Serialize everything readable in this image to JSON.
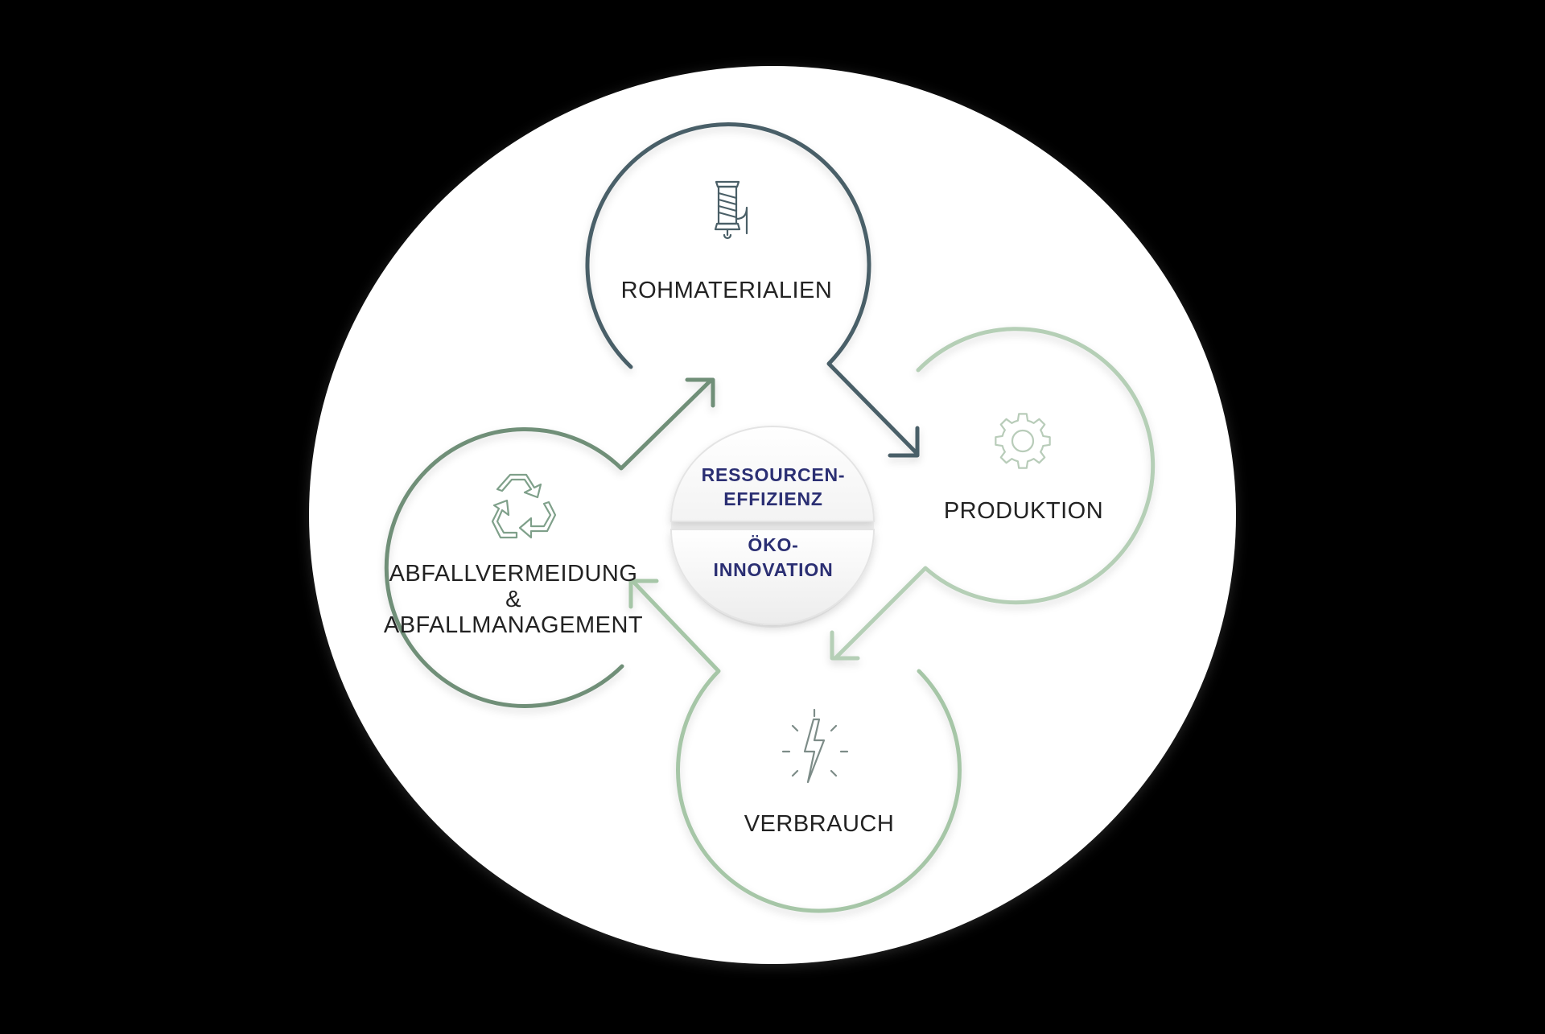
{
  "colors": {
    "background": "#000000",
    "disc": "#ffffff",
    "rohmaterialien": "#4a5f67",
    "produktion": "#b5cfb6",
    "verbrauch": "#a6c6a7",
    "abfall": "#6f8f78",
    "center_text": "#2b2f73"
  },
  "stages": {
    "rohmaterialien": {
      "label": "ROHMATERIALIEN",
      "icon": "thread-spool-icon"
    },
    "produktion": {
      "label": "PRODUKTION",
      "icon": "gear-icon"
    },
    "verbrauch": {
      "label": "VERBRAUCH",
      "icon": "lightning-bolt-icon"
    },
    "abfall": {
      "label_line1": "ABFALLVERMEIDUNG",
      "label_line2": "&",
      "label_line3": "ABFALLMANAGEMENT",
      "icon": "recycle-icon"
    }
  },
  "center": {
    "top_line1": "RESSOURCEN-",
    "top_line2": "EFFIZIENZ",
    "bottom_line1": "ÖKO-",
    "bottom_line2": "INNOVATION"
  }
}
